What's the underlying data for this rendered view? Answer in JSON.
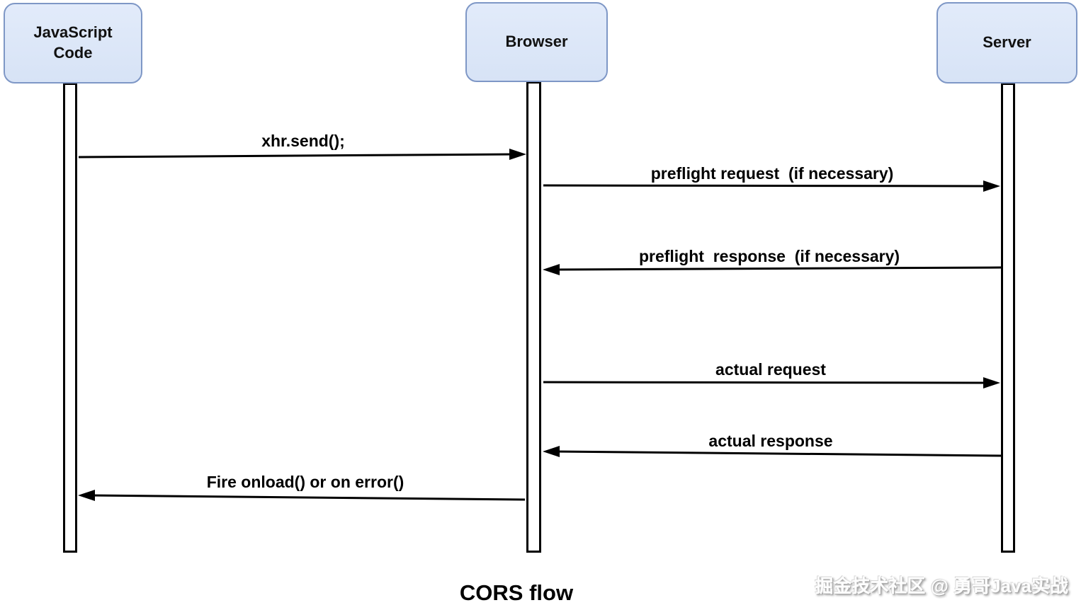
{
  "diagram": {
    "type": "sequence-diagram",
    "title": "CORS flow",
    "watermark": "掘金技术社区 @ 勇哥Java实战",
    "colors": {
      "actor_fill": "#dbe5f7",
      "actor_border": "#7e97c6",
      "arrow_line": "#000000",
      "background": "#ffffff"
    },
    "actors": [
      {
        "id": "javascript-code",
        "label": "JavaScript\nCode"
      },
      {
        "id": "browser",
        "label": "Browser"
      },
      {
        "id": "server",
        "label": "Server"
      }
    ],
    "messages": [
      {
        "label": "xhr.send();",
        "from": "javascript-code",
        "to": "browser"
      },
      {
        "label": "preflight request  (if necessary)",
        "from": "browser",
        "to": "server"
      },
      {
        "label": "preflight  response  (if necessary)",
        "from": "server",
        "to": "browser"
      },
      {
        "label": "actual request",
        "from": "browser",
        "to": "server"
      },
      {
        "label": "actual response",
        "from": "server",
        "to": "browser"
      },
      {
        "label": "Fire onload() or on error()",
        "from": "browser",
        "to": "javascript-code"
      }
    ]
  }
}
